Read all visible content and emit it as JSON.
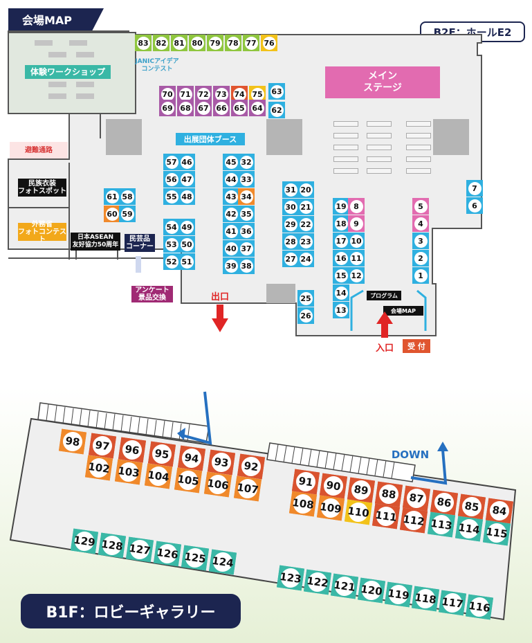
{
  "header": {
    "title": "会場MAP"
  },
  "b2": {
    "floor_label": "B2F：ホールE2",
    "areas": {
      "workshop": "体験ワークショップ",
      "evac": "避難通路",
      "costume": "民族衣装\nフォトスポット",
      "mofa": "外務省\nフォトコンテスト",
      "asean": "日本ASEAN\n友好協力50周年",
      "crafts": "民芸品\nコーナー",
      "survey": "アンケート\n景品交換",
      "janic": "JANICアイデア\nコンテスト",
      "booths": "出展団体ブース",
      "stage": "メイン\nステージ",
      "program": "プログラム",
      "map": "会場MAP",
      "exit": "出口",
      "entrance": "入口",
      "reception": "受 付"
    },
    "booth_rows": {
      "top": [
        "83",
        "82",
        "81",
        "80",
        "79",
        "78",
        "77",
        "76"
      ],
      "pink_top": [
        "70",
        "71",
        "72",
        "73",
        "74",
        "75"
      ],
      "pink_bottom": [
        "69",
        "68",
        "67",
        "66",
        "65",
        "64"
      ],
      "c63_62": [
        "63",
        "62"
      ]
    }
  },
  "b1": {
    "floor_label": "B1F：ロビーギャラリー",
    "down": "DOWN"
  },
  "colors": {
    "navy": "#1c2550",
    "teal": "#3ab8a6",
    "sky": "#2fb0e0",
    "pink": "#e26bb0",
    "orange": "#f0892b",
    "red": "#e0552f",
    "yellow": "#f2c21a",
    "green": "#8fc63f",
    "purple": "#a85aa6",
    "redbrown": "#d9532f"
  }
}
